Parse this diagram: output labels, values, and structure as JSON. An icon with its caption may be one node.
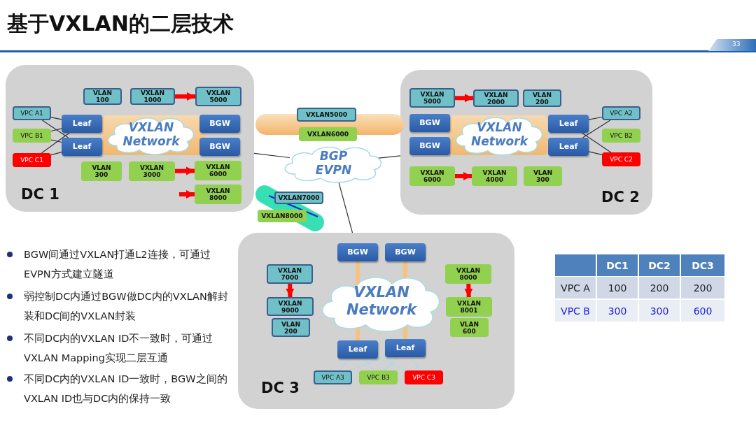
{
  "diagram": {
    "title": "基于VXLAN的二层技术",
    "nodes": [
      {
        "text": [
          "DC 1"
        ]
      },
      {
        "text": [
          "VLAN 100"
        ],
        "in": 0
      },
      {
        "text": [
          "VXLAN 1000"
        ],
        "in": 0
      },
      {
        "text": [
          "VXLAN 5000"
        ],
        "in": 0
      },
      {
        "text": [
          "VPC A1"
        ],
        "in": 0
      },
      {
        "text": [
          "VPC B1"
        ],
        "in": 0
      },
      {
        "text": [
          "VPC C1"
        ],
        "in": 0
      },
      {
        "text": [
          "Leaf"
        ],
        "in": 0
      },
      {
        "text": [
          "Leaf"
        ],
        "in": 0
      },
      {
        "text": [
          "VXLAN Network"
        ],
        "in": 0
      },
      {
        "text": [
          "BGW"
        ],
        "in": 0
      },
      {
        "text": [
          "BGW"
        ],
        "in": 0
      },
      {
        "text": [
          "VLAN 300"
        ],
        "in": 0
      },
      {
        "text": [
          "VXLAN 3000"
        ],
        "in": 0
      },
      {
        "text": [
          "VXLAN 6000"
        ],
        "in": 0
      },
      {
        "text": [
          "VXLAN 8000"
        ],
        "in": 0
      },
      {
        "text": [
          "DC 2"
        ]
      },
      {
        "text": [
          "VXLAN 5000"
        ],
        "in": 16
      },
      {
        "text": [
          "VXLAN 2000"
        ],
        "in": 16
      },
      {
        "text": [
          "VLAN 200"
        ],
        "in": 16
      },
      {
        "text": [
          "BGW"
        ],
        "in": 16
      },
      {
        "text": [
          "BGW"
        ],
        "in": 16
      },
      {
        "text": [
          "VXLAN Network"
        ],
        "in": 16
      },
      {
        "text": [
          "Leaf"
        ],
        "in": 16
      },
      {
        "text": [
          "Leaf"
        ],
        "in": 16
      },
      {
        "text": [
          "VPC A2"
        ],
        "in": 16
      },
      {
        "text": [
          "VPC B2"
        ],
        "in": 16
      },
      {
        "text": [
          "VPC C2"
        ],
        "in": 16
      },
      {
        "text": [
          "VXLAN 6000"
        ],
        "in": 16
      },
      {
        "text": [
          "VXLAN 4000"
        ],
        "in": 16
      },
      {
        "text": [
          "VLAN 300"
        ],
        "in": 16
      },
      {
        "text": [
          "VXLAN5000"
        ]
      },
      {
        "text": [
          "VXLAN6000"
        ]
      },
      {
        "text": [
          "BGP EVPN"
        ]
      },
      {
        "text": [
          "VXLAN7000"
        ],
        "in": 52
      },
      {
        "text": [
          "VXLAN8000"
        ],
        "in": 52
      },
      {
        "text": [
          "DC 3"
        ]
      },
      {
        "text": [
          "BGW"
        ],
        "in": 36
      },
      {
        "text": [
          "BGW"
        ],
        "in": 36
      },
      {
        "text": [
          "VXLAN 7000"
        ],
        "in": 36
      },
      {
        "text": [
          "VXLAN 9000"
        ],
        "in": 36
      },
      {
        "text": [
          "VLAN 200"
        ],
        "in": 36
      },
      {
        "text": [
          "VXLAN Network"
        ],
        "in": 36
      },
      {
        "text": [
          "VXLAN 8000"
        ],
        "in": 36
      },
      {
        "text": [
          "VXLAN 8001"
        ],
        "in": 36
      },
      {
        "text": [
          "VLAN 600"
        ],
        "in": 36
      },
      {
        "text": [
          "Leaf"
        ],
        "in": 36
      },
      {
        "text": [
          "Leaf"
        ],
        "in": 36
      },
      {
        "text": [
          "VPC A3"
        ],
        "in": 36
      },
      {
        "text": [
          "VPC B3"
        ],
        "in": 36
      },
      {
        "text": [
          "VPC C3"
        ],
        "in": 36
      },
      {
        "text": [],
        "shape": "bar"
      },
      {
        "text": [],
        "shape": "bar"
      }
    ],
    "edges": [
      {
        "from": 4,
        "to": 7,
        "arrow": "none"
      },
      {
        "from": 4,
        "to": 8,
        "arrow": "none"
      },
      {
        "from": 5,
        "to": 7,
        "arrow": "none"
      },
      {
        "from": 5,
        "to": 8,
        "arrow": "none"
      },
      {
        "from": 6,
        "to": 7,
        "arrow": "none"
      },
      {
        "from": 6,
        "to": 8,
        "arrow": "none"
      },
      {
        "from": 2,
        "to": 3,
        "arrow": "to",
        "style": "thick",
        "color": "#ff0000"
      },
      {
        "from": 13,
        "to": 14,
        "arrow": "to",
        "style": "thick",
        "color": "#ff0000"
      },
      {
        "from": null,
        "to": 15,
        "arrow": "to",
        "style": "thick",
        "color": "#ff0000"
      },
      {
        "from": 17,
        "to": 18,
        "arrow": "to",
        "style": "thick",
        "color": "#ff0000"
      },
      {
        "from": 28,
        "to": 29,
        "arrow": "to",
        "style": "thick",
        "color": "#ff0000"
      },
      {
        "from": 23,
        "to": 25,
        "arrow": "none"
      },
      {
        "from": 23,
        "to": 27,
        "arrow": "none"
      },
      {
        "from": 24,
        "to": 25,
        "arrow": "none"
      },
      {
        "from": 24,
        "to": 27,
        "arrow": "none"
      },
      {
        "from": 0,
        "to": 33,
        "arrow": "none"
      },
      {
        "from": 33,
        "to": 16,
        "arrow": "none"
      },
      {
        "from": 33,
        "to": 36,
        "arrow": "none"
      },
      {
        "from": 37,
        "to": 42,
        "arrow": "none",
        "style": "thick",
        "color": "#f5c27f"
      },
      {
        "from": 38,
        "to": 42,
        "arrow": "none",
        "style": "thick",
        "color": "#f5c27f"
      },
      {
        "from": 42,
        "to": 46,
        "arrow": "none",
        "style": "thick",
        "color": "#f5c27f"
      },
      {
        "from": 42,
        "to": 47,
        "arrow": "none",
        "style": "thick",
        "color": "#f5c27f"
      },
      {
        "from": 39,
        "to": 40,
        "arrow": "to",
        "style": "thick",
        "color": "#ff0000"
      },
      {
        "from": 43,
        "to": 44,
        "arrow": "to",
        "style": "thick",
        "color": "#ff0000"
      },
      {
        "from": 46,
        "to": 48,
        "arrow": "none",
        "color": "#a8dbe3"
      },
      {
        "from": 46,
        "to": 49,
        "arrow": "none",
        "color": "#a8dbe3"
      },
      {
        "from": 46,
        "to": 50,
        "arrow": "none",
        "color": "#a8dbe3"
      },
      {
        "from": 47,
        "to": 48,
        "arrow": "none",
        "color": "#a8dbe3"
      },
      {
        "from": 47,
        "to": 49,
        "arrow": "none",
        "color": "#a8dbe3"
      },
      {
        "from": 47,
        "to": 50,
        "arrow": "none",
        "color": "#a8dbe3"
      }
    ],
    "labels": [
      "33",
      "BGW间通过VXLAN打通L2连接，可通过EVPN方式建立隧道",
      "弱控制DC内通过BGW做DC内的VXLAN解封装和DC间的VXLAN封装",
      "不同DC内的VXLAN ID不一致时，可通过VXLAN Mapping实现二层互通",
      "不同DC内的VXLAN ID一致时，BGW之间的VXLAN ID也与DC内的保持一致",
      "DC1",
      "DC2",
      "DC3",
      "VPC A",
      "100",
      "200",
      "200",
      "VPC B",
      "300",
      "300",
      "600"
    ]
  }
}
